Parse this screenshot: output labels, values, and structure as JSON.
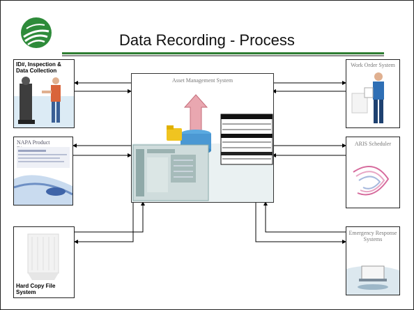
{
  "slide": {
    "title": "Data Recording - Process",
    "colors": {
      "accent_green": "#2e7d32",
      "rule_gray": "#8a8a8a"
    }
  },
  "center": {
    "label": "Asset Management System",
    "icons": [
      "arrow-up-icon",
      "database-cylinder-icon",
      "folder-icon",
      "screenshot-panel"
    ]
  },
  "left": [
    {
      "label": "ID#, Inspection & Data Collection",
      "icon": "technician-with-equipment-icon"
    },
    {
      "label": "NAPA Product Directory",
      "icon": "parts-catalog-icon"
    },
    {
      "label": "Hard Copy File System",
      "icon": "file-cabinet-icon"
    }
  ],
  "right": [
    {
      "label": "Work Order System",
      "icon": "worker-with-clipboard-icon"
    },
    {
      "label": "ARIS Scheduler",
      "icon": "wave-graphic-icon"
    },
    {
      "label": "Emergency Response Systems",
      "icon": "response-scene-icon"
    }
  ]
}
